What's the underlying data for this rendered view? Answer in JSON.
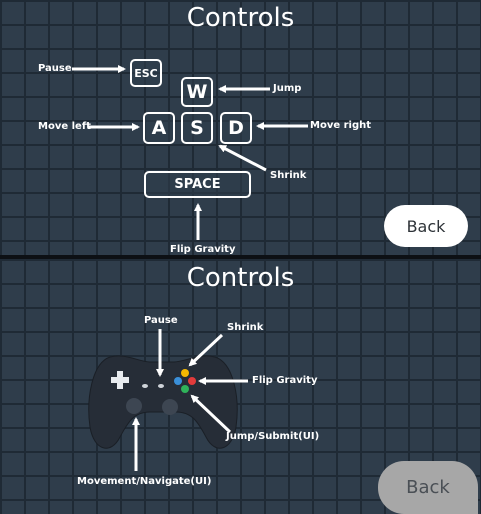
{
  "keyboard_panel": {
    "title": "Controls",
    "keys": {
      "esc": "ESC",
      "w": "W",
      "a": "A",
      "s": "S",
      "d": "D",
      "space": "SPACE"
    },
    "labels": {
      "pause": "Pause",
      "jump": "Jump",
      "move_left": "Move left",
      "move_right": "Move right",
      "shrink": "Shrink",
      "flip_gravity": "Flip Gravity"
    },
    "back_button": "Back"
  },
  "gamepad_panel": {
    "title": "Controls",
    "labels": {
      "pause": "Pause",
      "shrink": "Shrink",
      "flip_gravity": "Flip Gravity",
      "jump_submit": "Jump/Submit(UI)",
      "movement": "Movement/Navigate(UI)"
    },
    "face_button_colors": {
      "top": "#f5b800",
      "left": "#3a8fd8",
      "right": "#e23b3b",
      "bottom": "#2fb35a"
    },
    "back_button": "Back"
  },
  "colors": {
    "background": "#2f3d4b",
    "grid": "#1f2a35",
    "back_active": "#ffffff",
    "back_inactive": "#a7a7a7"
  }
}
